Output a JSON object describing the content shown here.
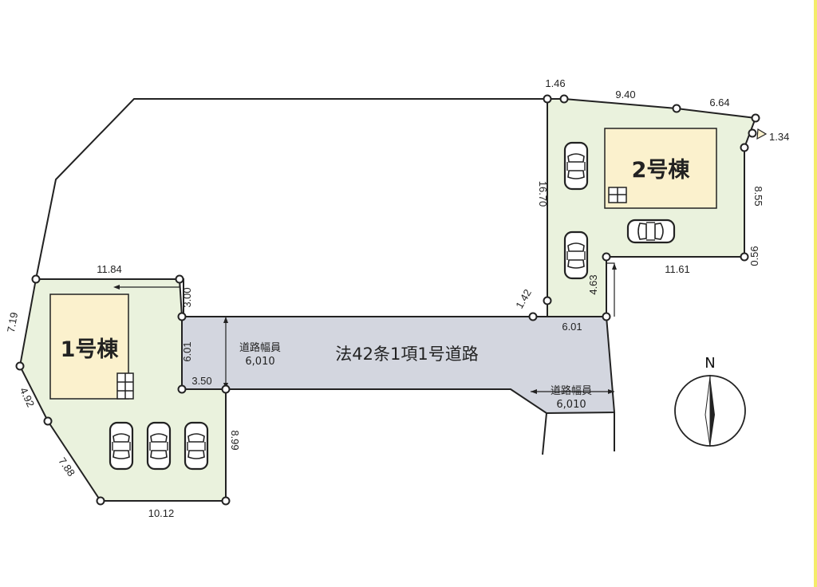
{
  "buildings": {
    "b1": "1号棟",
    "b2": "2号棟"
  },
  "road": {
    "name": "法42条1項1号道路",
    "width_label": "道路幅員",
    "width_value": "6,010"
  },
  "dimensions": {
    "d1_46": "1.46",
    "d9_40": "9.40",
    "d6_64": "6.64",
    "d1_34": "1.34",
    "d16_70": "16.70",
    "d8_55": "8.55",
    "d0_56": "0.56",
    "d11_61": "11.61",
    "d4_63": "4.63",
    "d1_42": "1.42",
    "d6_01_right": "6.01",
    "d11_84": "11.84",
    "d3_00": "3.00",
    "d7_19": "7.19",
    "d6_01_left": "6.01",
    "d3_50": "3.50",
    "d4_92": "4.92",
    "d7_88": "7.88",
    "d8_99": "8.99",
    "d10_12": "10.12"
  },
  "compass": {
    "label": "N"
  },
  "colors": {
    "lot_fill": "#eaf2dd",
    "building_fill": "#fbf1cd",
    "road_fill": "#d3d6df",
    "line": "#222222"
  }
}
